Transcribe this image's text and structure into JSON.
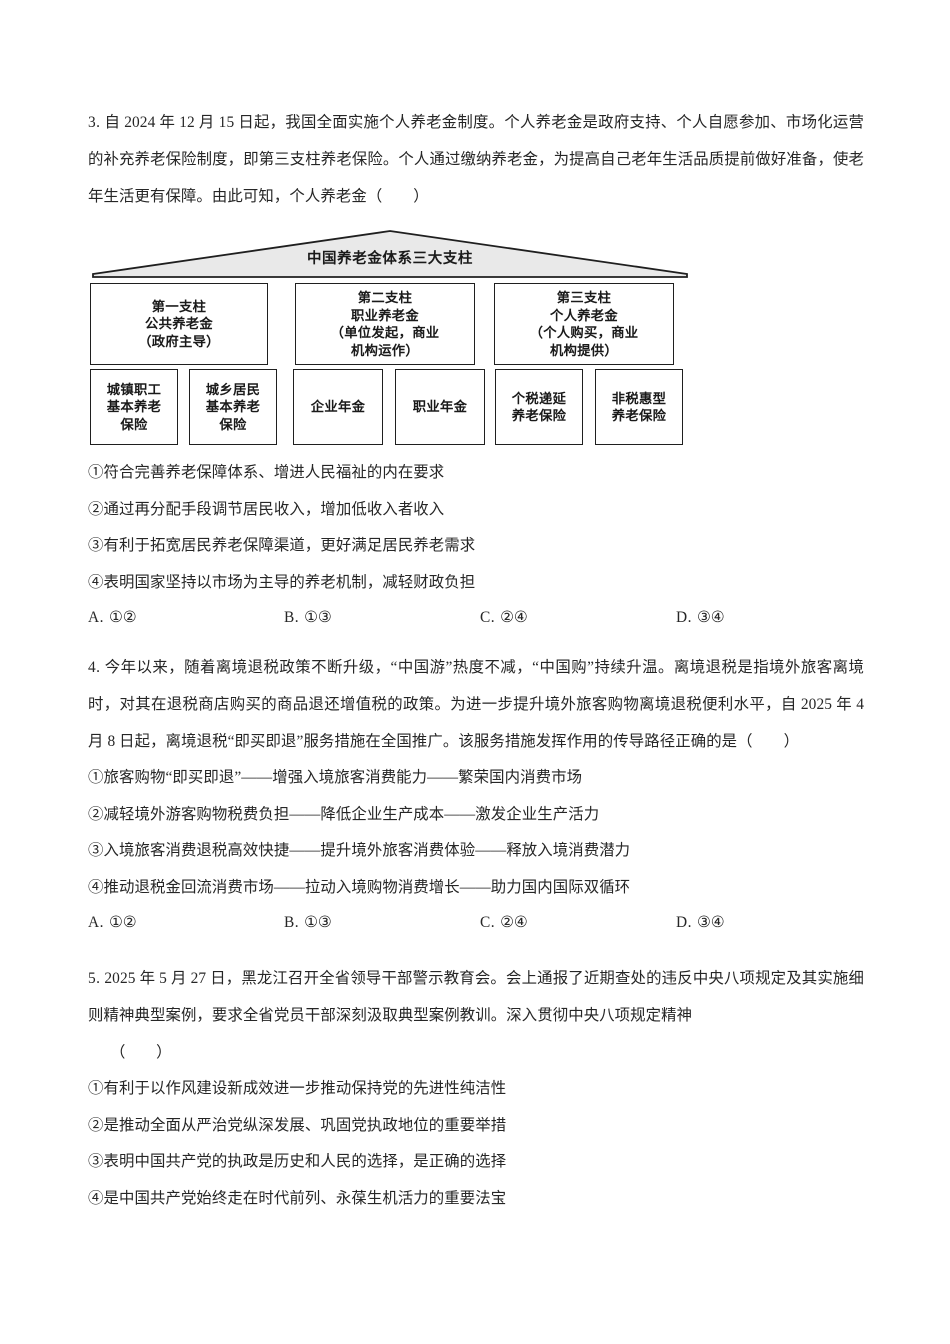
{
  "page": {
    "background_color": "#ffffff",
    "text_color": "#262626"
  },
  "questions": [
    {
      "number": "3.",
      "stem": "自 2024 年 12 月 15 日起，我国全面实施个人养老金制度。个人养老金是政府支持、个人自愿参加、市场化运营的补充养老保险制度，即第三支柱养老保险。个人通过缴纳养老金，为提高自己老年生活品质提前做好准备，使老年生活更有保障。由此可知，个人养老金（　　）",
      "statements": [
        "①符合完善养老保障体系、增进人民福祉的内在要求",
        "②通过再分配手段调节居民收入，增加低收入者收入",
        "③有利于拓宽居民养老保障渠道，更好满足居民养老需求",
        "④表明国家坚持以市场为主导的养老机制，减轻财政负担"
      ],
      "choices": [
        {
          "key": "A.",
          "value": "①②"
        },
        {
          "key": "B.",
          "value": "①③"
        },
        {
          "key": "C.",
          "value": "②④"
        },
        {
          "key": "D.",
          "value": "③④"
        }
      ]
    },
    {
      "number": "4.",
      "stem": "今年以来，随着离境退税政策不断升级，“中国游”热度不减，“中国购”持续升温。离境退税是指境外旅客离境时，对其在退税商店购买的商品退还增值税的政策。为进一步提升境外旅客购物离境退税便利水平，自 2025 年 4 月 8 日起，离境退税“即买即退”服务措施在全国推广。该服务措施发挥作用的传导路径正确的是（　　）",
      "statements": [
        "①旅客购物“即买即退”——增强入境旅客消费能力——繁荣国内消费市场",
        "②减轻境外游客购物税费负担——降低企业生产成本——激发企业生产活力",
        "③入境旅客消费退税高效快捷——提升境外旅客消费体验——释放入境消费潜力",
        "④推动退税金回流消费市场——拉动入境购物消费增长——助力国内国际双循环"
      ],
      "choices": [
        {
          "key": "A.",
          "value": "①②"
        },
        {
          "key": "B.",
          "value": "①③"
        },
        {
          "key": "C.",
          "value": "②④"
        },
        {
          "key": "D.",
          "value": "③④"
        }
      ]
    },
    {
      "number": "5.",
      "stem": "2025 年 5 月 27 日，黑龙江召开全省领导干部警示教育会。会上通报了近期查处的违反中央八项规定及其实施细则精神典型案例，要求全省党员干部深刻汲取典型案例教训。深入贯彻中央八项规定精神",
      "paren_line": "（　　）",
      "statements": [
        "①有利于以作风建设新成效进一步推动保持党的先进性纯洁性",
        "②是推动全面从严治党纵深发展、巩固党执政地位的重要举措",
        "③表明中国共产党的执政是历史和人民的选择，是正确的选择",
        "④是中国共产党始终走在时代前列、永葆生机活力的重要法宝"
      ]
    }
  ],
  "diagram": {
    "roof_label": "中国养老金体系三大支柱",
    "roof_fill": "#e9e9e9",
    "roof_stroke": "#1f1f1f",
    "pillars": [
      {
        "lines": [
          "第一支柱",
          "公共养老金",
          "（政府主导）"
        ]
      },
      {
        "lines": [
          "第二支柱",
          "职业养老金",
          "（单位发起，商业",
          "机构运作）"
        ]
      },
      {
        "lines": [
          "第三支柱",
          "个人养老金",
          "（个人购买，商业",
          "机构提供）"
        ]
      }
    ],
    "bases": [
      {
        "lines": [
          "城镇职工",
          "基本养老",
          "保险"
        ]
      },
      {
        "lines": [
          "城乡居民",
          "基本养老",
          "保险"
        ]
      },
      {
        "lines": [
          "企业年金"
        ]
      },
      {
        "lines": [
          "职业年金"
        ]
      },
      {
        "lines": [
          "个税递延",
          "养老保险"
        ]
      },
      {
        "lines": [
          "非税惠型",
          "养老保险"
        ]
      }
    ]
  }
}
